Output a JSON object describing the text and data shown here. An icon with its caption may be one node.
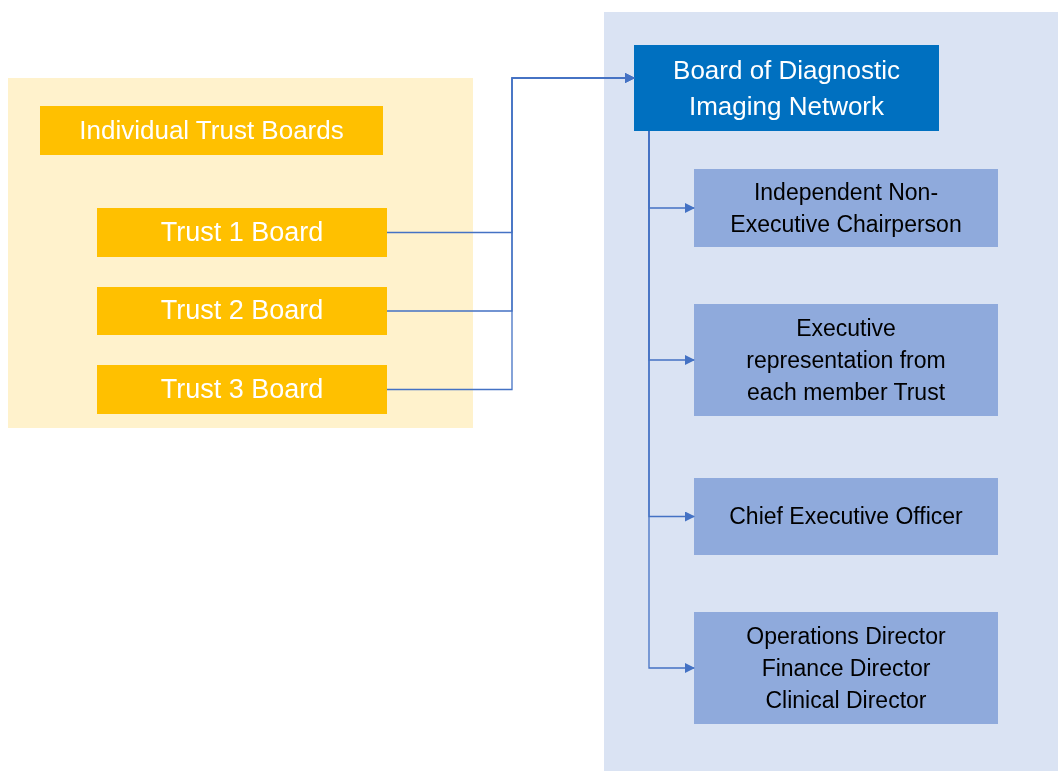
{
  "diagram": {
    "nodes": [
      {
        "text": [],
        "shape": "box"
      },
      {
        "text": [
          "Individual Trust Boards"
        ],
        "in": 0
      },
      {
        "text": [
          "Trust 1 Board"
        ],
        "in": 0
      },
      {
        "text": [
          "Trust 2 Board"
        ],
        "in": 0
      },
      {
        "text": [
          "Trust 3 Board"
        ],
        "in": 0
      },
      {
        "text": [],
        "shape": "box"
      },
      {
        "text": [
          "Board of Diagnostic Imaging Network"
        ],
        "in": 5
      },
      {
        "text": [
          "Independent Non-Executive Chairperson"
        ],
        "in": 5
      },
      {
        "text": [
          "Executive representation from each member Trust"
        ],
        "in": 5
      },
      {
        "text": [
          "Chief Executive Officer"
        ],
        "in": 5
      },
      {
        "text": [
          "Operations Director",
          "Finance Director",
          "Clinical Director"
        ],
        "in": 5
      }
    ],
    "edges": [
      {
        "from": 2,
        "to": 6,
        "arrow": "to"
      },
      {
        "from": 3,
        "to": 6,
        "arrow": "to"
      },
      {
        "from": 4,
        "to": 6,
        "arrow": "to"
      },
      {
        "from": 6,
        "to": 7,
        "arrow": "to"
      },
      {
        "from": 6,
        "to": 8,
        "arrow": "to"
      },
      {
        "from": 6,
        "to": 9,
        "arrow": "to"
      },
      {
        "from": 6,
        "to": 10,
        "arrow": "to"
      }
    ]
  }
}
